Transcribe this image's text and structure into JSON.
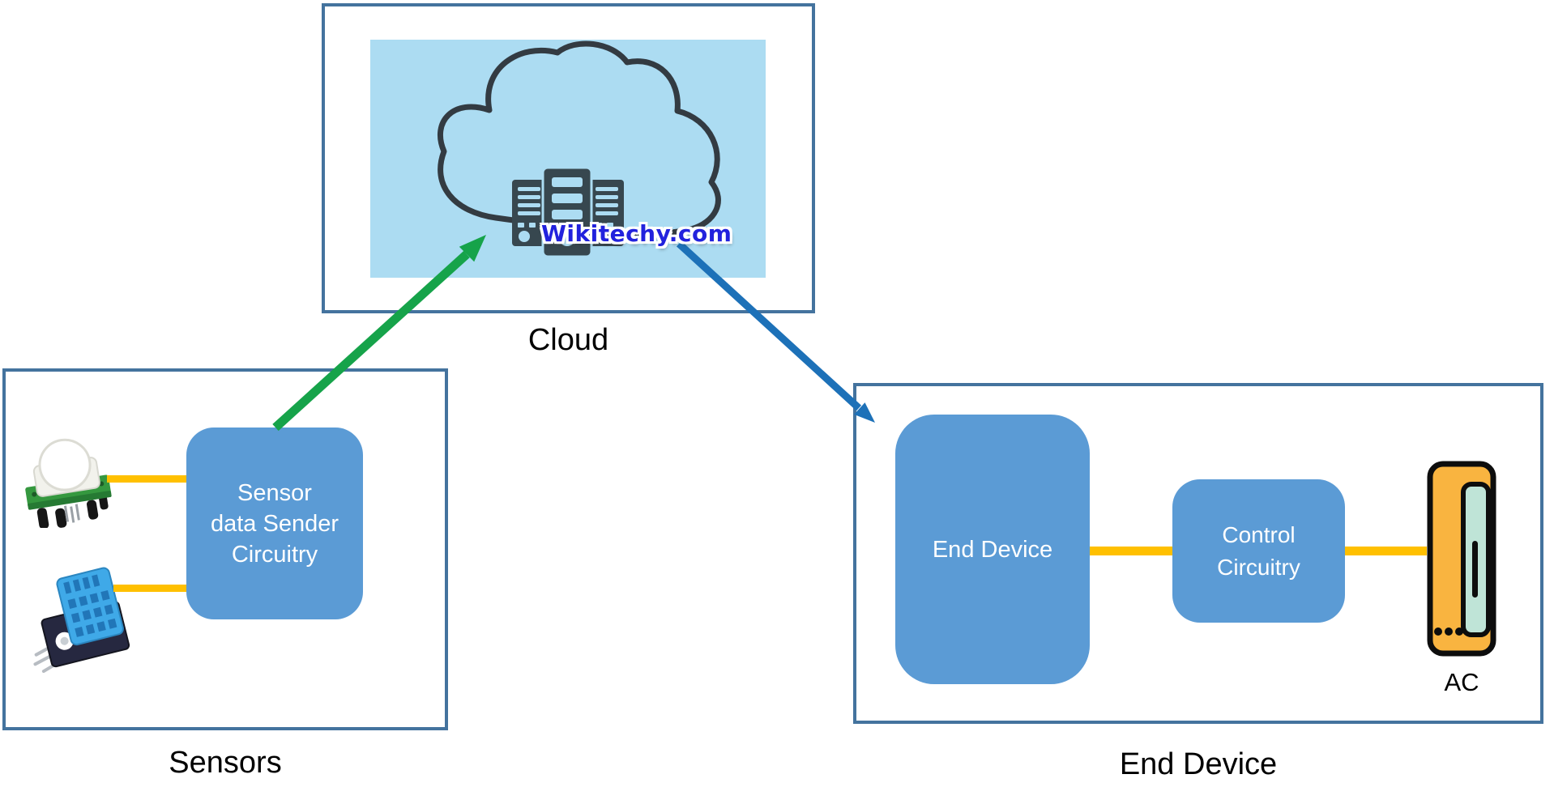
{
  "diagram": {
    "cloud": {
      "label": "Cloud",
      "watermark": "Wikitechy.com"
    },
    "sensors": {
      "label": "Sensors",
      "circuit_box_lines": [
        "Sensor",
        "data Sender",
        "Circuitry"
      ]
    },
    "end_device": {
      "label": "End Device",
      "device_box_label": "End Device",
      "control_box_lines": [
        "Control",
        "Circuitry"
      ],
      "appliance_label": "AC"
    },
    "icons": {
      "cloud": "cloud-outline-icon",
      "servers": "server-rack-icon",
      "pir": "pir-motion-sensor-icon",
      "dht11": "dht11-temperature-humidity-sensor-icon",
      "ac": "air-conditioner-icon",
      "up_arrow": "green-uplink-arrow-icon",
      "down_arrow": "blue-downlink-arrow-icon"
    },
    "colors": {
      "box_border": "#44739E",
      "node_fill": "#5B9BD5",
      "sky_fill": "#ACDCF2",
      "connector_yellow": "#FFC000",
      "uplink_green": "#16A34A",
      "downlink_blue": "#1D71B8",
      "server_dark": "#37474F",
      "watermark_blue": "#2222DD"
    }
  }
}
